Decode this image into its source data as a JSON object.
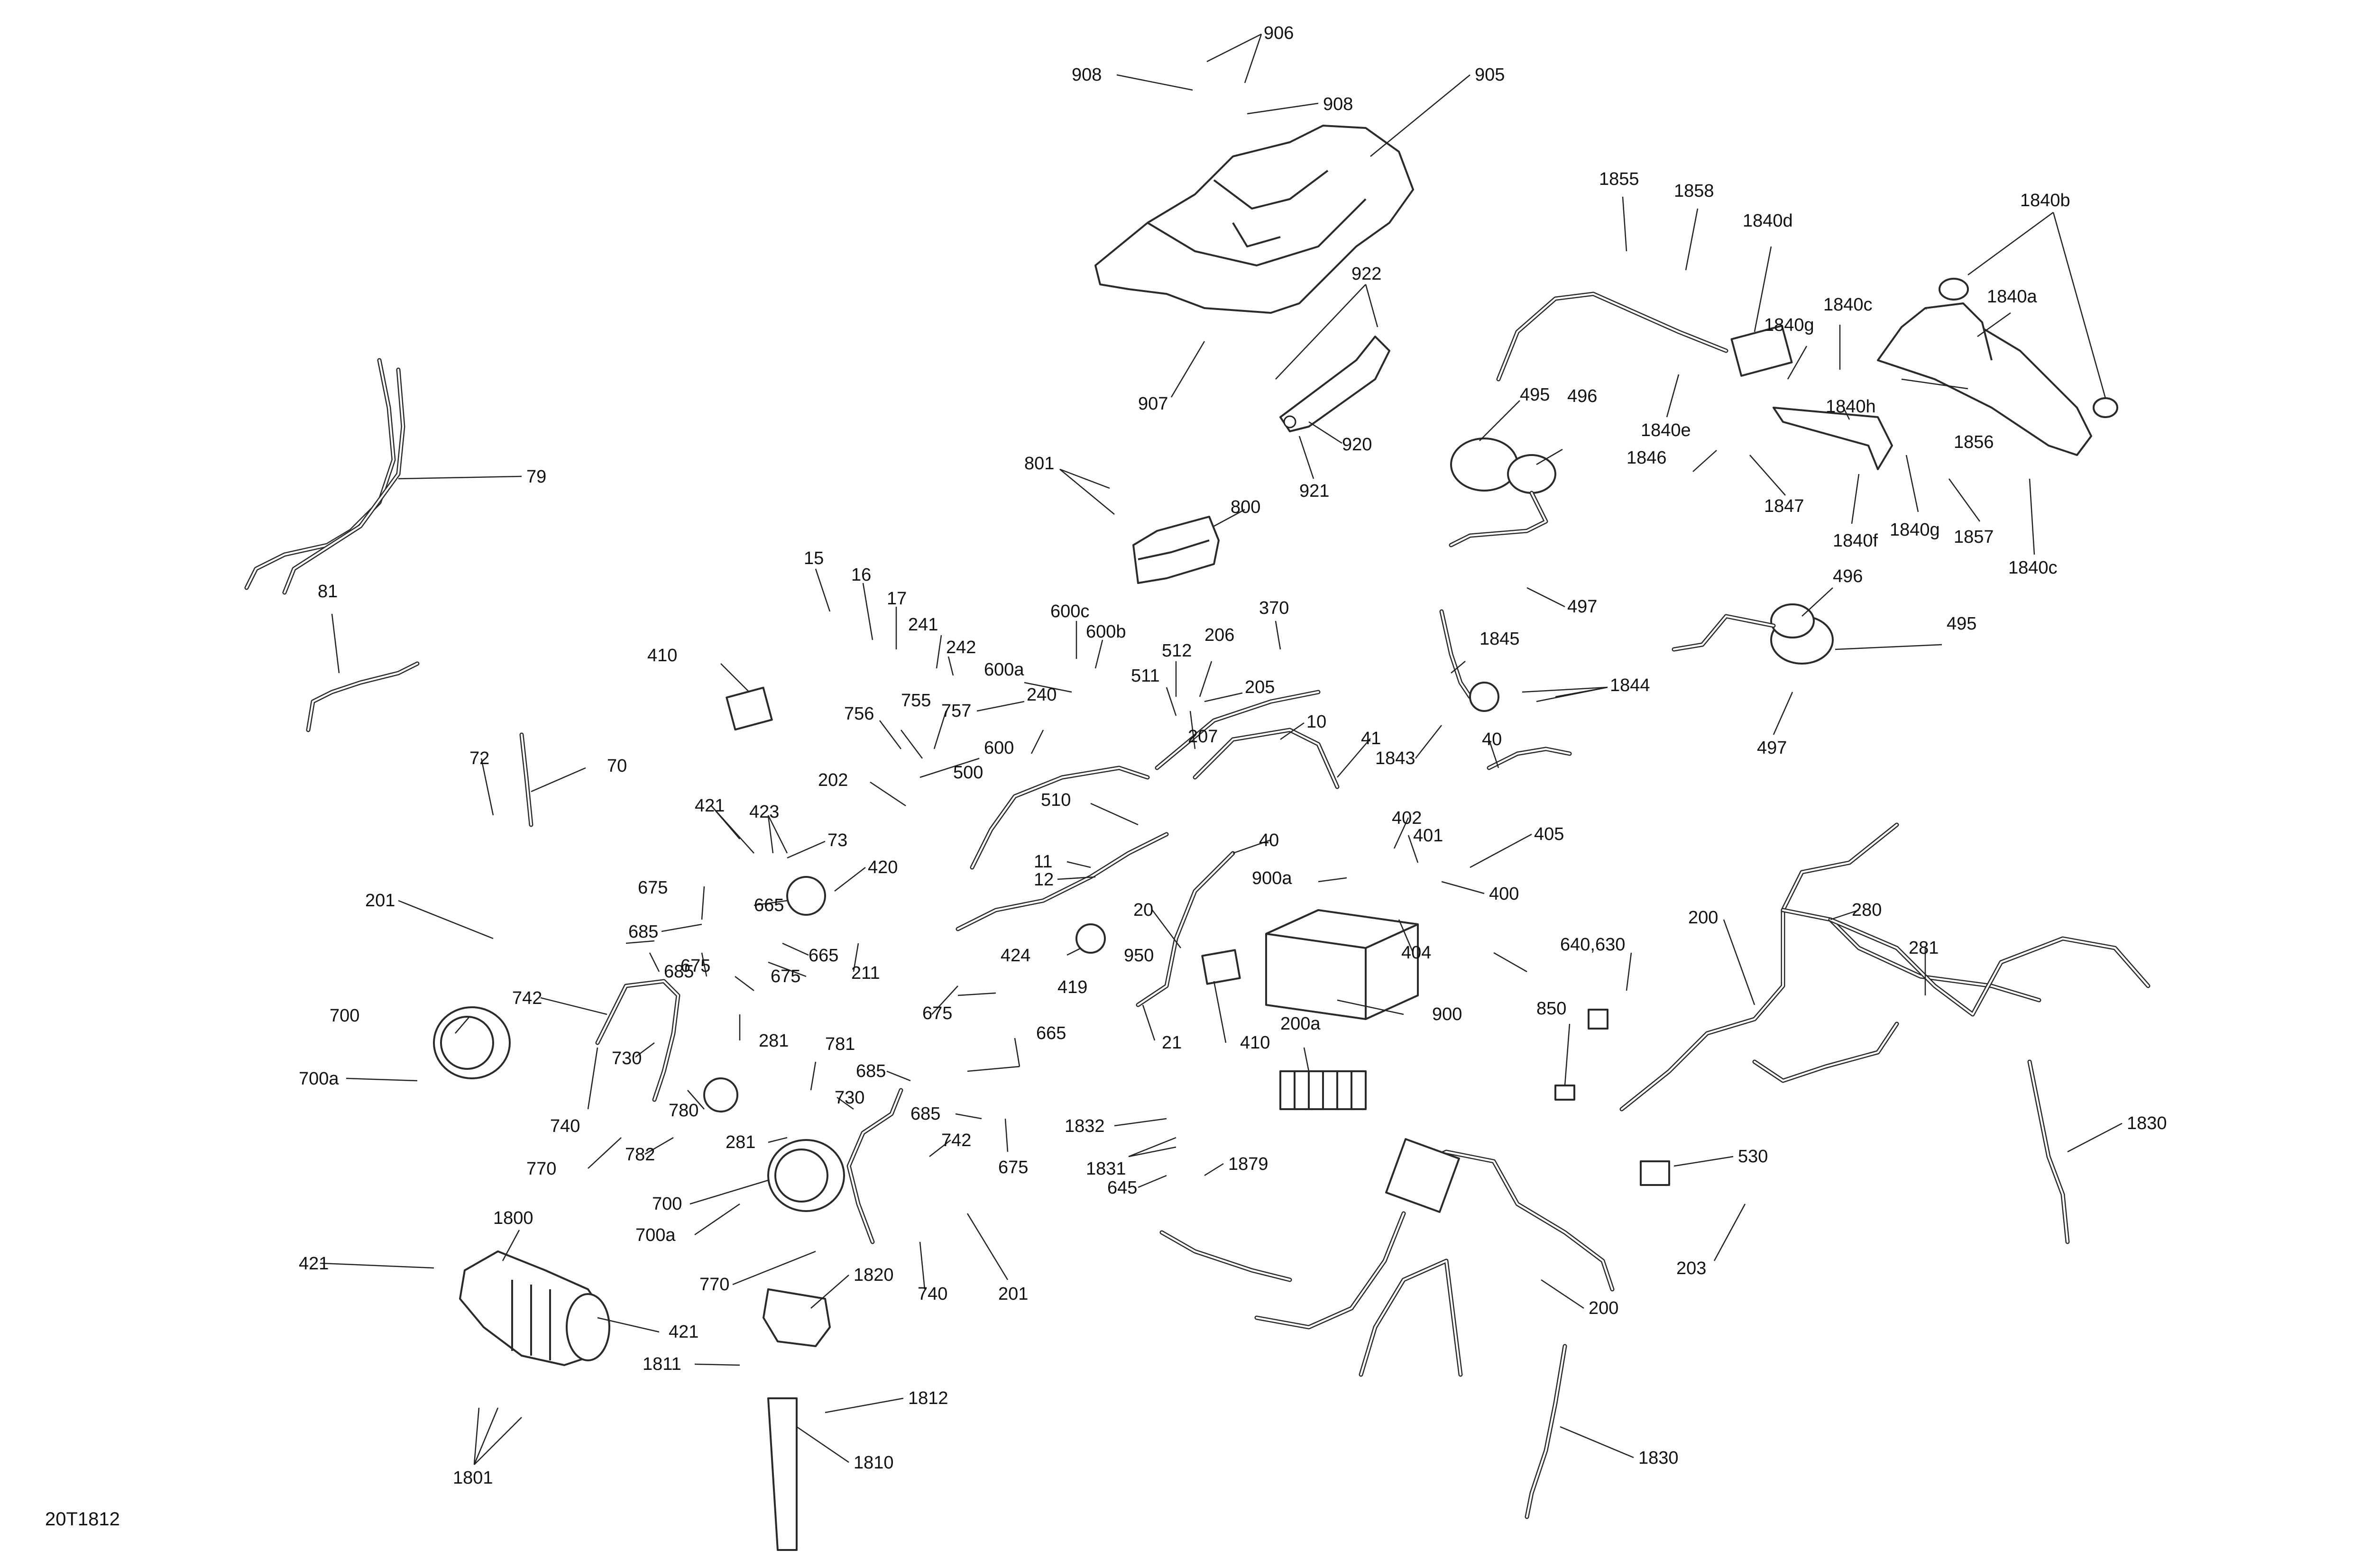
{
  "diagram": {
    "drawing_code": "20T1812",
    "labels": [
      {
        "id": "906",
        "text": "906"
      },
      {
        "id": "908a",
        "text": "908"
      },
      {
        "id": "908b",
        "text": "908"
      },
      {
        "id": "905",
        "text": "905"
      },
      {
        "id": "922",
        "text": "922"
      },
      {
        "id": "907",
        "text": "907"
      },
      {
        "id": "920",
        "text": "920"
      },
      {
        "id": "921",
        "text": "921"
      },
      {
        "id": "801",
        "text": "801"
      },
      {
        "id": "800",
        "text": "800"
      },
      {
        "id": "1855",
        "text": "1855"
      },
      {
        "id": "1858",
        "text": "1858"
      },
      {
        "id": "1840d",
        "text": "1840d"
      },
      {
        "id": "1840b",
        "text": "1840b"
      },
      {
        "id": "1840c_a",
        "text": "1840c"
      },
      {
        "id": "1840a",
        "text": "1840a"
      },
      {
        "id": "1840g_a",
        "text": "1840g"
      },
      {
        "id": "1840h",
        "text": "1840h"
      },
      {
        "id": "1840e",
        "text": "1840e"
      },
      {
        "id": "1856",
        "text": "1856"
      },
      {
        "id": "1846",
        "text": "1846"
      },
      {
        "id": "1847",
        "text": "1847"
      },
      {
        "id": "1840f",
        "text": "1840f"
      },
      {
        "id": "1840g_b",
        "text": "1840g"
      },
      {
        "id": "1857",
        "text": "1857"
      },
      {
        "id": "1840c_b",
        "text": "1840c"
      },
      {
        "id": "495a",
        "text": "495"
      },
      {
        "id": "496a",
        "text": "496"
      },
      {
        "id": "497a",
        "text": "497"
      },
      {
        "id": "496b",
        "text": "496"
      },
      {
        "id": "495b",
        "text": "495"
      },
      {
        "id": "497b",
        "text": "497"
      },
      {
        "id": "79",
        "text": "79"
      },
      {
        "id": "81",
        "text": "81"
      },
      {
        "id": "15",
        "text": "15"
      },
      {
        "id": "16",
        "text": "16"
      },
      {
        "id": "17",
        "text": "17"
      },
      {
        "id": "241",
        "text": "241"
      },
      {
        "id": "242",
        "text": "242"
      },
      {
        "id": "600c",
        "text": "600c"
      },
      {
        "id": "600b",
        "text": "600b"
      },
      {
        "id": "370",
        "text": "370"
      },
      {
        "id": "600a",
        "text": "600a"
      },
      {
        "id": "512",
        "text": "512"
      },
      {
        "id": "206",
        "text": "206"
      },
      {
        "id": "511",
        "text": "511"
      },
      {
        "id": "205",
        "text": "205"
      },
      {
        "id": "410a",
        "text": "410"
      },
      {
        "id": "240",
        "text": "240"
      },
      {
        "id": "755",
        "text": "755"
      },
      {
        "id": "757",
        "text": "757"
      },
      {
        "id": "756",
        "text": "756"
      },
      {
        "id": "600",
        "text": "600"
      },
      {
        "id": "207",
        "text": "207"
      },
      {
        "id": "10",
        "text": "10"
      },
      {
        "id": "1845",
        "text": "1845"
      },
      {
        "id": "1844",
        "text": "1844"
      },
      {
        "id": "40a",
        "text": "40"
      },
      {
        "id": "1843",
        "text": "1843"
      },
      {
        "id": "500",
        "text": "500"
      },
      {
        "id": "202",
        "text": "202"
      },
      {
        "id": "72",
        "text": "72"
      },
      {
        "id": "70",
        "text": "70"
      },
      {
        "id": "510",
        "text": "510"
      },
      {
        "id": "41",
        "text": "41"
      },
      {
        "id": "421a",
        "text": "421"
      },
      {
        "id": "423",
        "text": "423"
      },
      {
        "id": "73",
        "text": "73"
      },
      {
        "id": "40b",
        "text": "40"
      },
      {
        "id": "402",
        "text": "402"
      },
      {
        "id": "401",
        "text": "401"
      },
      {
        "id": "405",
        "text": "405"
      },
      {
        "id": "420",
        "text": "420"
      },
      {
        "id": "11",
        "text": "11"
      },
      {
        "id": "12",
        "text": "12"
      },
      {
        "id": "900a",
        "text": "900a"
      },
      {
        "id": "400",
        "text": "400"
      },
      {
        "id": "675a",
        "text": "675"
      },
      {
        "id": "665a",
        "text": "665"
      },
      {
        "id": "201a",
        "text": "201"
      },
      {
        "id": "685a",
        "text": "685"
      },
      {
        "id": "20",
        "text": "20"
      },
      {
        "id": "404",
        "text": "404"
      },
      {
        "id": "675b",
        "text": "675"
      },
      {
        "id": "665b",
        "text": "665"
      },
      {
        "id": "211",
        "text": "211"
      },
      {
        "id": "950",
        "text": "950"
      },
      {
        "id": "675c",
        "text": "675"
      },
      {
        "id": "424",
        "text": "424"
      },
      {
        "id": "640_630",
        "text": "640,630"
      },
      {
        "id": "200a_lbl",
        "text": "200"
      },
      {
        "id": "280",
        "text": "280"
      },
      {
        "id": "281a",
        "text": "281"
      },
      {
        "id": "700a_top",
        "text": "700"
      },
      {
        "id": "742a",
        "text": "742"
      },
      {
        "id": "685b",
        "text": "685"
      },
      {
        "id": "419",
        "text": "419"
      },
      {
        "id": "900",
        "text": "900"
      },
      {
        "id": "281b",
        "text": "281"
      },
      {
        "id": "675d",
        "text": "675"
      },
      {
        "id": "665c",
        "text": "665"
      },
      {
        "id": "850",
        "text": "850"
      },
      {
        "id": "730a",
        "text": "730"
      },
      {
        "id": "21",
        "text": "21"
      },
      {
        "id": "410b",
        "text": "410"
      },
      {
        "id": "200a",
        "text": "200a"
      },
      {
        "id": "700a_a",
        "text": "700a"
      },
      {
        "id": "781",
        "text": "781"
      },
      {
        "id": "685c",
        "text": "685"
      },
      {
        "id": "740a",
        "text": "740"
      },
      {
        "id": "780",
        "text": "780"
      },
      {
        "id": "730b",
        "text": "730"
      },
      {
        "id": "685d",
        "text": "685"
      },
      {
        "id": "1830a",
        "text": "1830"
      },
      {
        "id": "742b",
        "text": "742"
      },
      {
        "id": "1832",
        "text": "1832"
      },
      {
        "id": "770a",
        "text": "770"
      },
      {
        "id": "782",
        "text": "782"
      },
      {
        "id": "281c",
        "text": "281"
      },
      {
        "id": "675e",
        "text": "675"
      },
      {
        "id": "1831",
        "text": "1831"
      },
      {
        "id": "1879",
        "text": "1879"
      },
      {
        "id": "530",
        "text": "530"
      },
      {
        "id": "700b",
        "text": "700"
      },
      {
        "id": "645",
        "text": "645"
      },
      {
        "id": "700a_b",
        "text": "700a"
      },
      {
        "id": "1800",
        "text": "1800"
      },
      {
        "id": "203",
        "text": "203"
      },
      {
        "id": "421b",
        "text": "421"
      },
      {
        "id": "770b",
        "text": "770"
      },
      {
        "id": "1820",
        "text": "1820"
      },
      {
        "id": "201b",
        "text": "201"
      },
      {
        "id": "740b",
        "text": "740"
      },
      {
        "id": "421c",
        "text": "421"
      },
      {
        "id": "200b",
        "text": "200"
      },
      {
        "id": "1811",
        "text": "1811"
      },
      {
        "id": "1812",
        "text": "1812"
      },
      {
        "id": "1810",
        "text": "1810"
      },
      {
        "id": "1830b",
        "text": "1830"
      },
      {
        "id": "1801",
        "text": "1801"
      }
    ]
  }
}
